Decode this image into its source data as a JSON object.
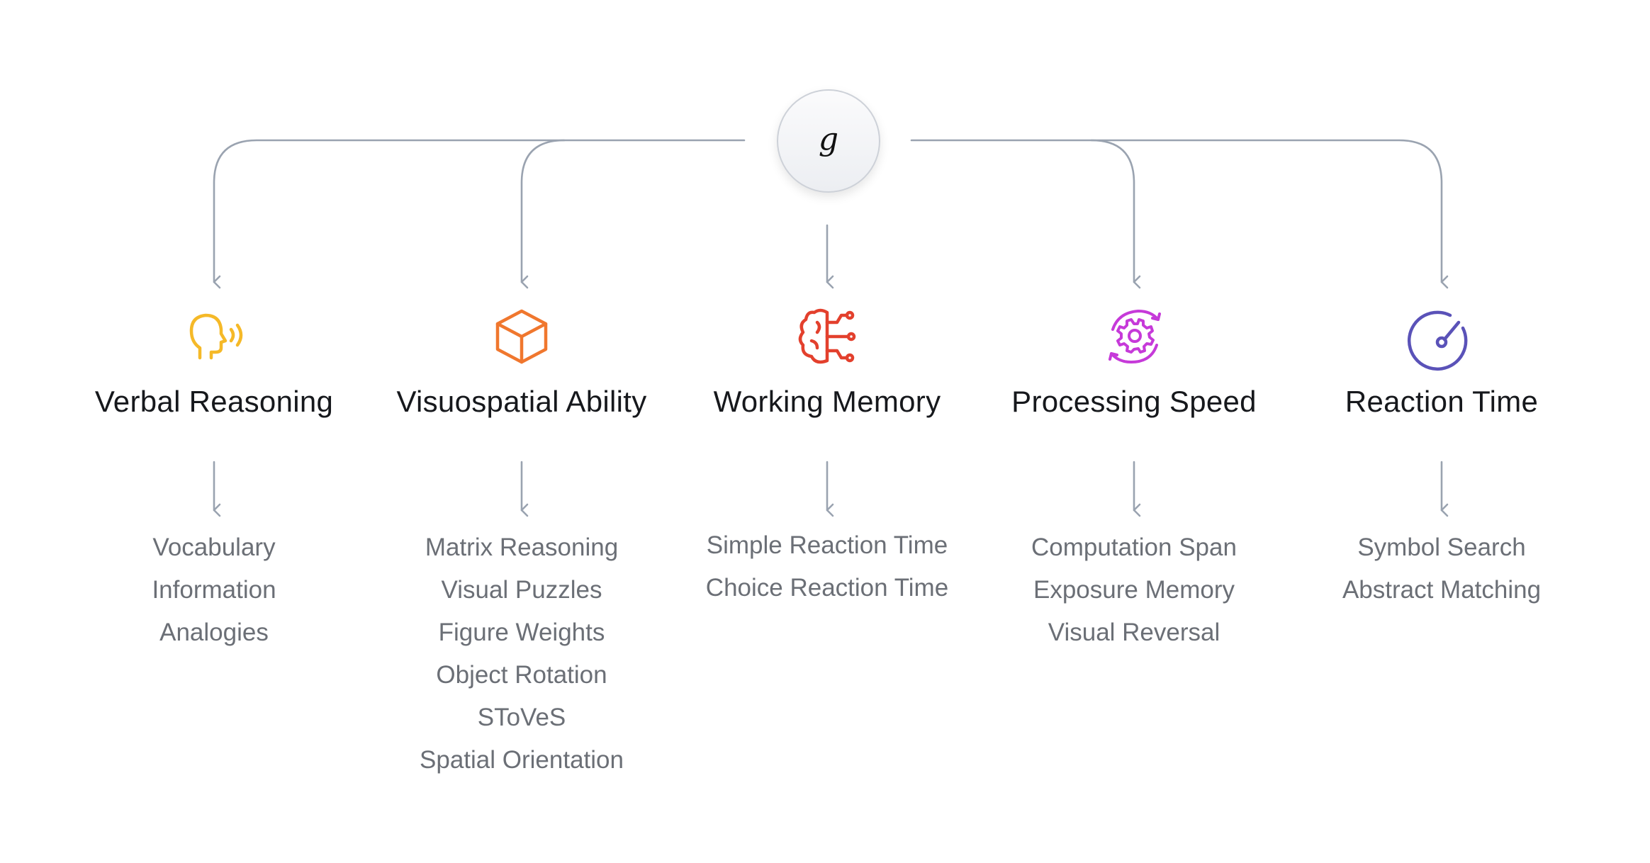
{
  "root": {
    "label": "g"
  },
  "factors": [
    {
      "title": "Verbal Reasoning",
      "icon": "speaking-head-icon",
      "color": "#f5b928",
      "tests": [
        "Vocabulary",
        "Information",
        "Analogies"
      ]
    },
    {
      "title": "Visuospatial Ability",
      "icon": "cube-icon",
      "color": "#f0772e",
      "tests": [
        "Matrix Reasoning",
        "Visual Puzzles",
        "Figure Weights",
        "Object Rotation",
        "SToVeS",
        "Spatial Orientation"
      ]
    },
    {
      "title": "Working Memory",
      "icon": "brain-circuit-icon",
      "color": "#e3402d",
      "tests": [
        "Simple Reaction Time",
        "Choice Reaction Time"
      ]
    },
    {
      "title": "Processing Speed",
      "icon": "gear-cycle-icon",
      "color": "#c63ad9",
      "tests": [
        "Computation Span",
        "Exposure Memory",
        "Visual Reversal"
      ]
    },
    {
      "title": "Reaction Time",
      "icon": "gauge-icon",
      "color": "#5a52b8",
      "tests": [
        "Symbol Search",
        "Abstract Matching"
      ]
    }
  ],
  "colors": {
    "connector": "#9aa3b0",
    "test_text": "#6b6f76",
    "title_text": "#16181c"
  }
}
